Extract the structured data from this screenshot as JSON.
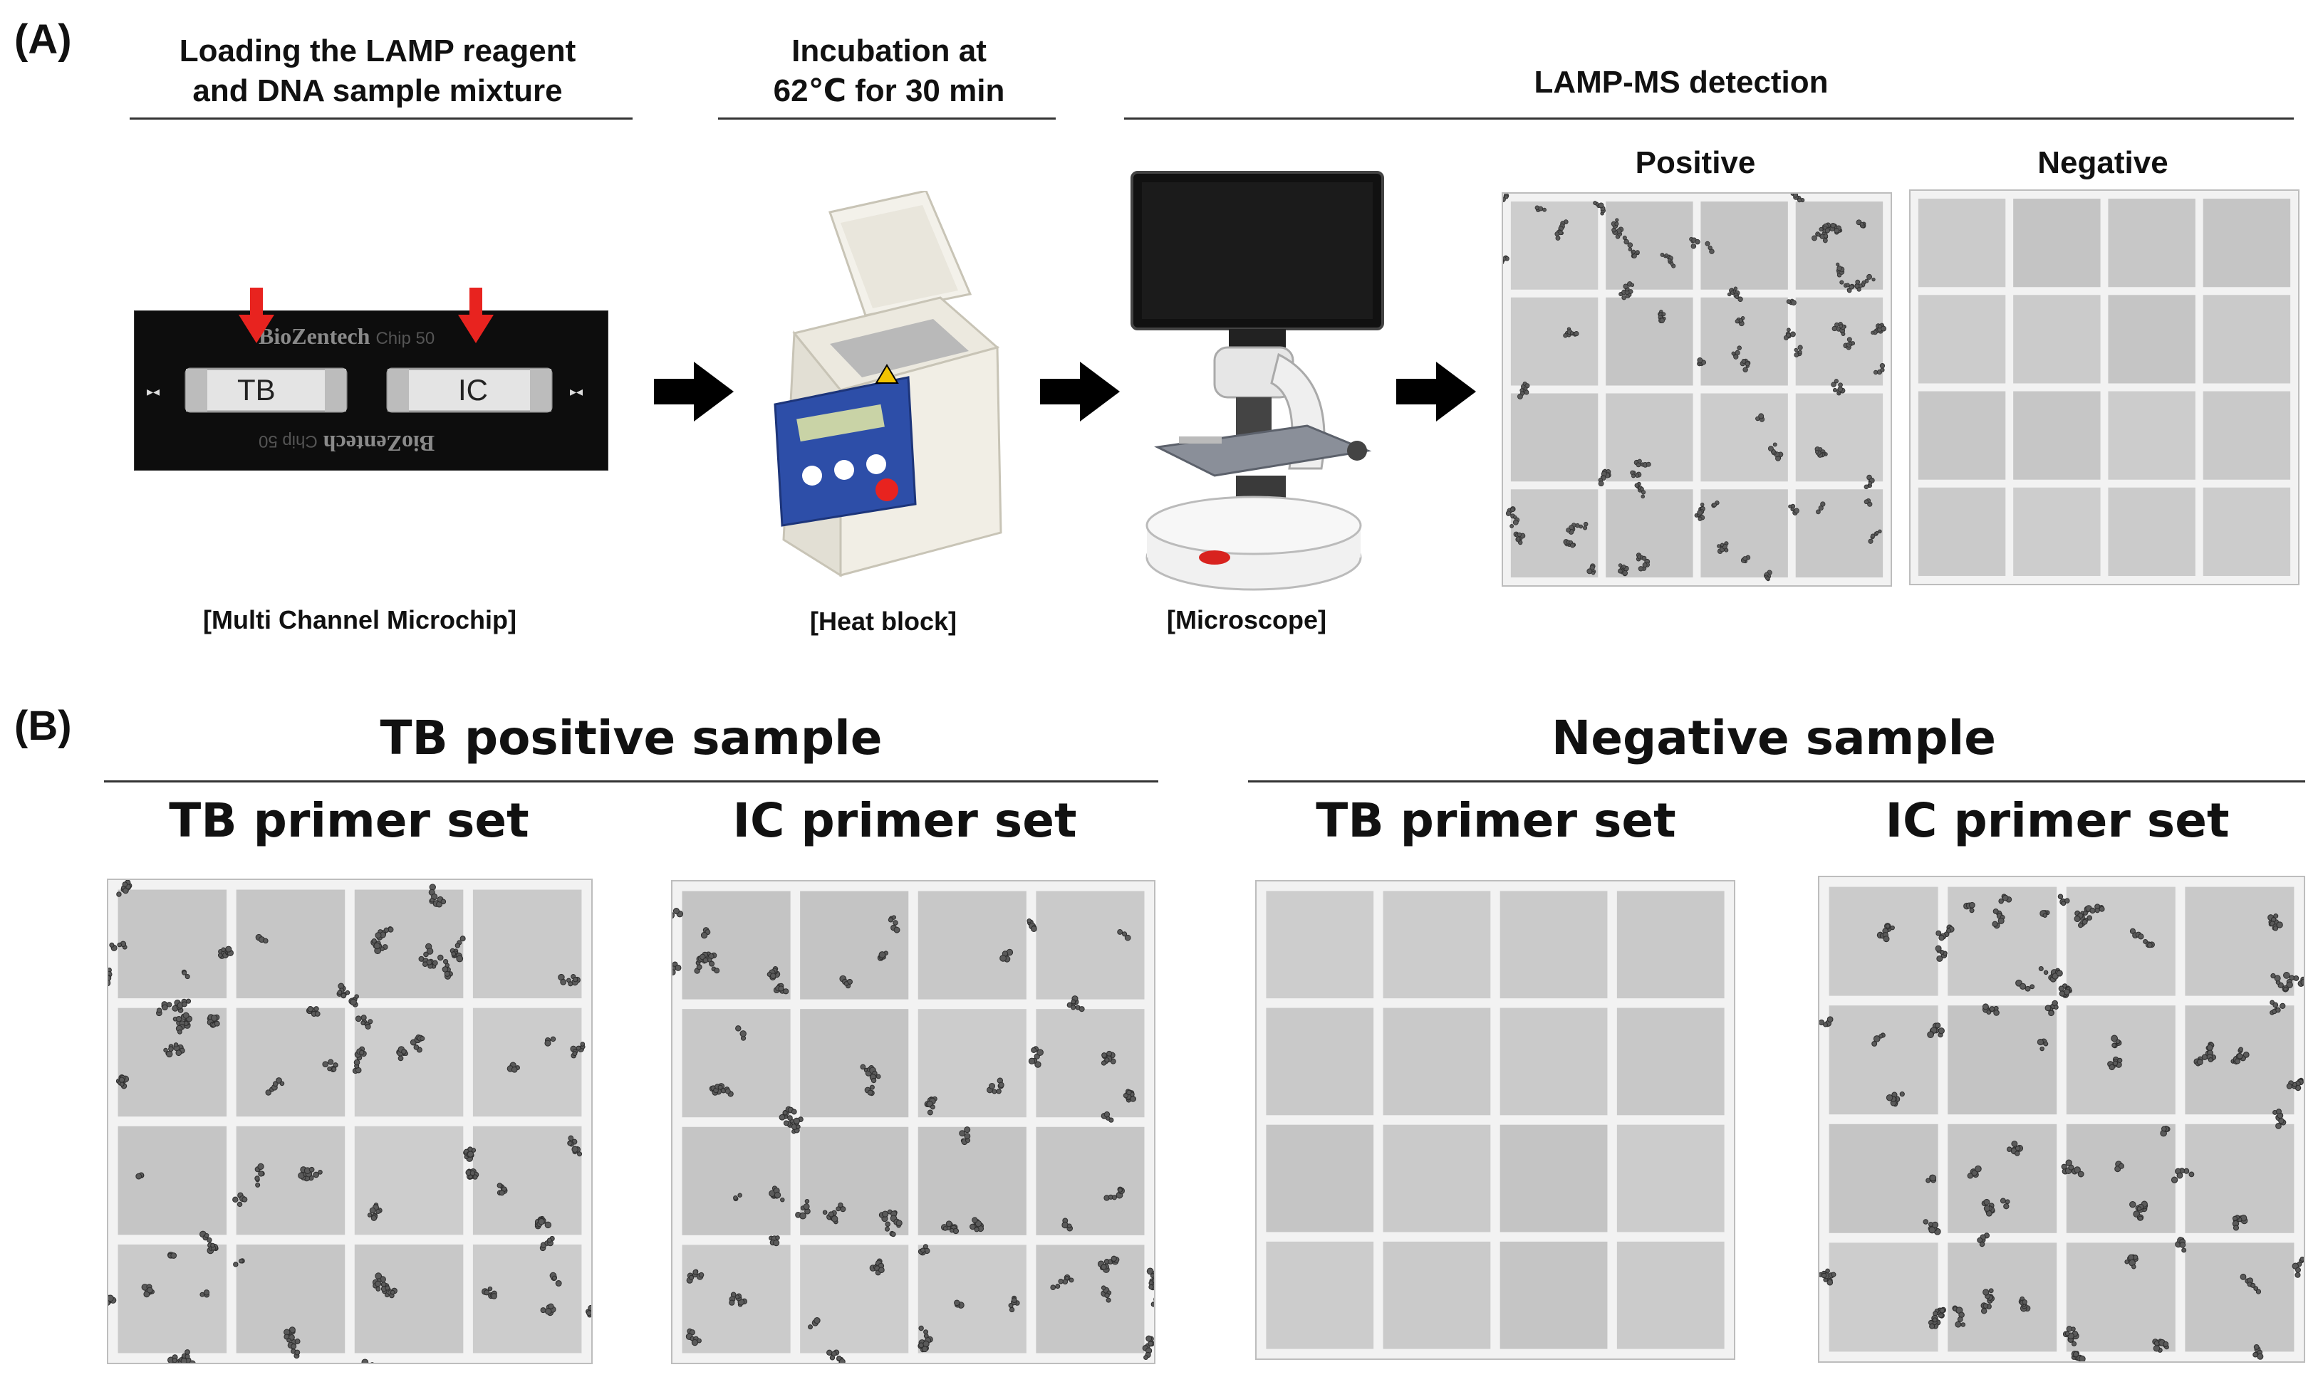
{
  "panel_a": {
    "label": "(A)",
    "steps": [
      {
        "title_line1": "Loading the LAMP reagent",
        "title_line2": "and DNA sample mixture",
        "caption": "[Multi Channel Microchip]"
      },
      {
        "title_line1": "Incubation at",
        "title_line2": "62℃ for 30 min",
        "caption": "[Heat block]"
      },
      {
        "title_line1": "LAMP-MS detection",
        "title_line2": "",
        "caption": "[Microscope]"
      }
    ],
    "chip": {
      "brand": "BioZentech",
      "brand_suffix": "Chip 50",
      "channel_1": "TB",
      "channel_2": "IC",
      "colors": {
        "arrow": "#e8231f",
        "chip_body": "#0d0d0d"
      }
    },
    "detection_examples": [
      {
        "label": "Positive",
        "state": "positive"
      },
      {
        "label": "Negative",
        "state": "negative"
      }
    ]
  },
  "panel_b": {
    "label": "(B)",
    "groups": [
      {
        "title": "TB positive sample",
        "images": [
          {
            "label": "TB primer set",
            "state": "positive"
          },
          {
            "label": "IC primer set",
            "state": "positive"
          }
        ]
      },
      {
        "title": "Negative sample",
        "images": [
          {
            "label": "TB primer set",
            "state": "negative"
          },
          {
            "label": "IC primer set",
            "state": "positive"
          }
        ]
      }
    ]
  }
}
